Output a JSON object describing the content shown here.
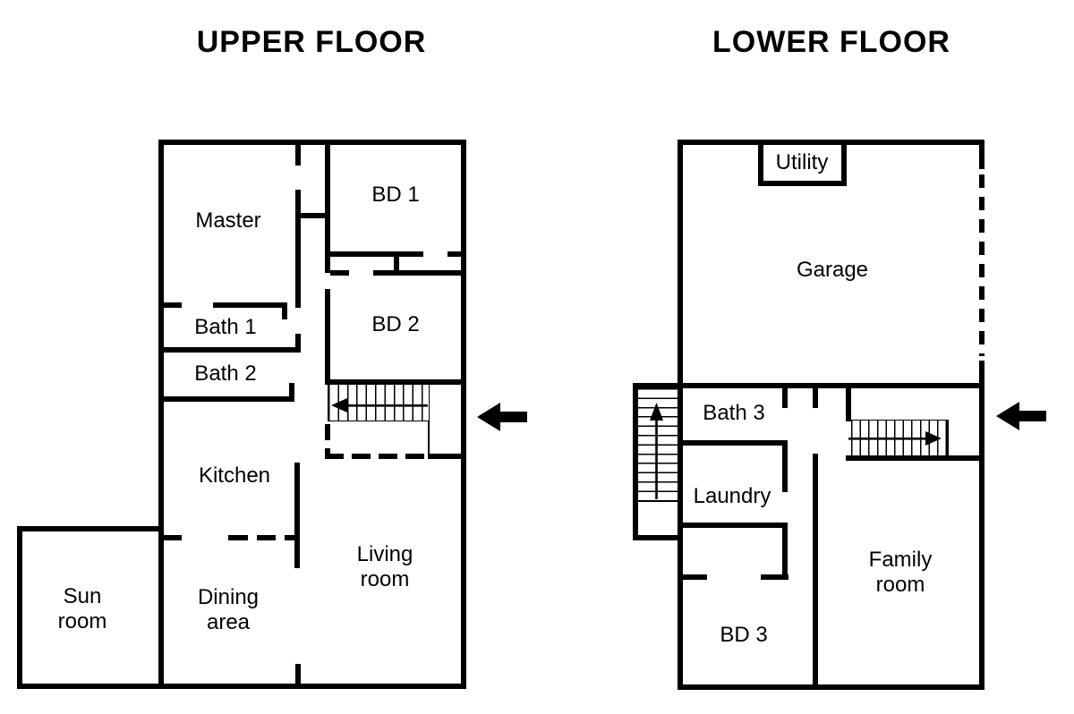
{
  "page": {
    "background_color": "#ffffff",
    "line_color": "#000000"
  },
  "floors": {
    "upper": {
      "title": "UPPER FLOOR",
      "rooms": {
        "master": "Master",
        "bd1": "BD 1",
        "bath1": "Bath 1",
        "bath2": "Bath 2",
        "bd2": "BD 2",
        "kitchen": "Kitchen",
        "sun_line1": "Sun",
        "sun_line2": "room",
        "dining_line1": "Dining",
        "dining_line2": "area",
        "living_line1": "Living",
        "living_line2": "room"
      }
    },
    "lower": {
      "title": "LOWER FLOOR",
      "rooms": {
        "utility": "Utility",
        "garage": "Garage",
        "bath3": "Bath 3",
        "laundry": "Laundry",
        "bd3": "BD 3",
        "family_line1": "Family",
        "family_line2": "room"
      }
    }
  },
  "icons": {
    "entry_arrow_upper": "arrow-left",
    "entry_arrow_lower": "arrow-left",
    "stairs_arrow_upper": "arrow-left",
    "stairs_arrow_lower_left": "arrow-up",
    "stairs_arrow_lower_right": "arrow-right"
  }
}
